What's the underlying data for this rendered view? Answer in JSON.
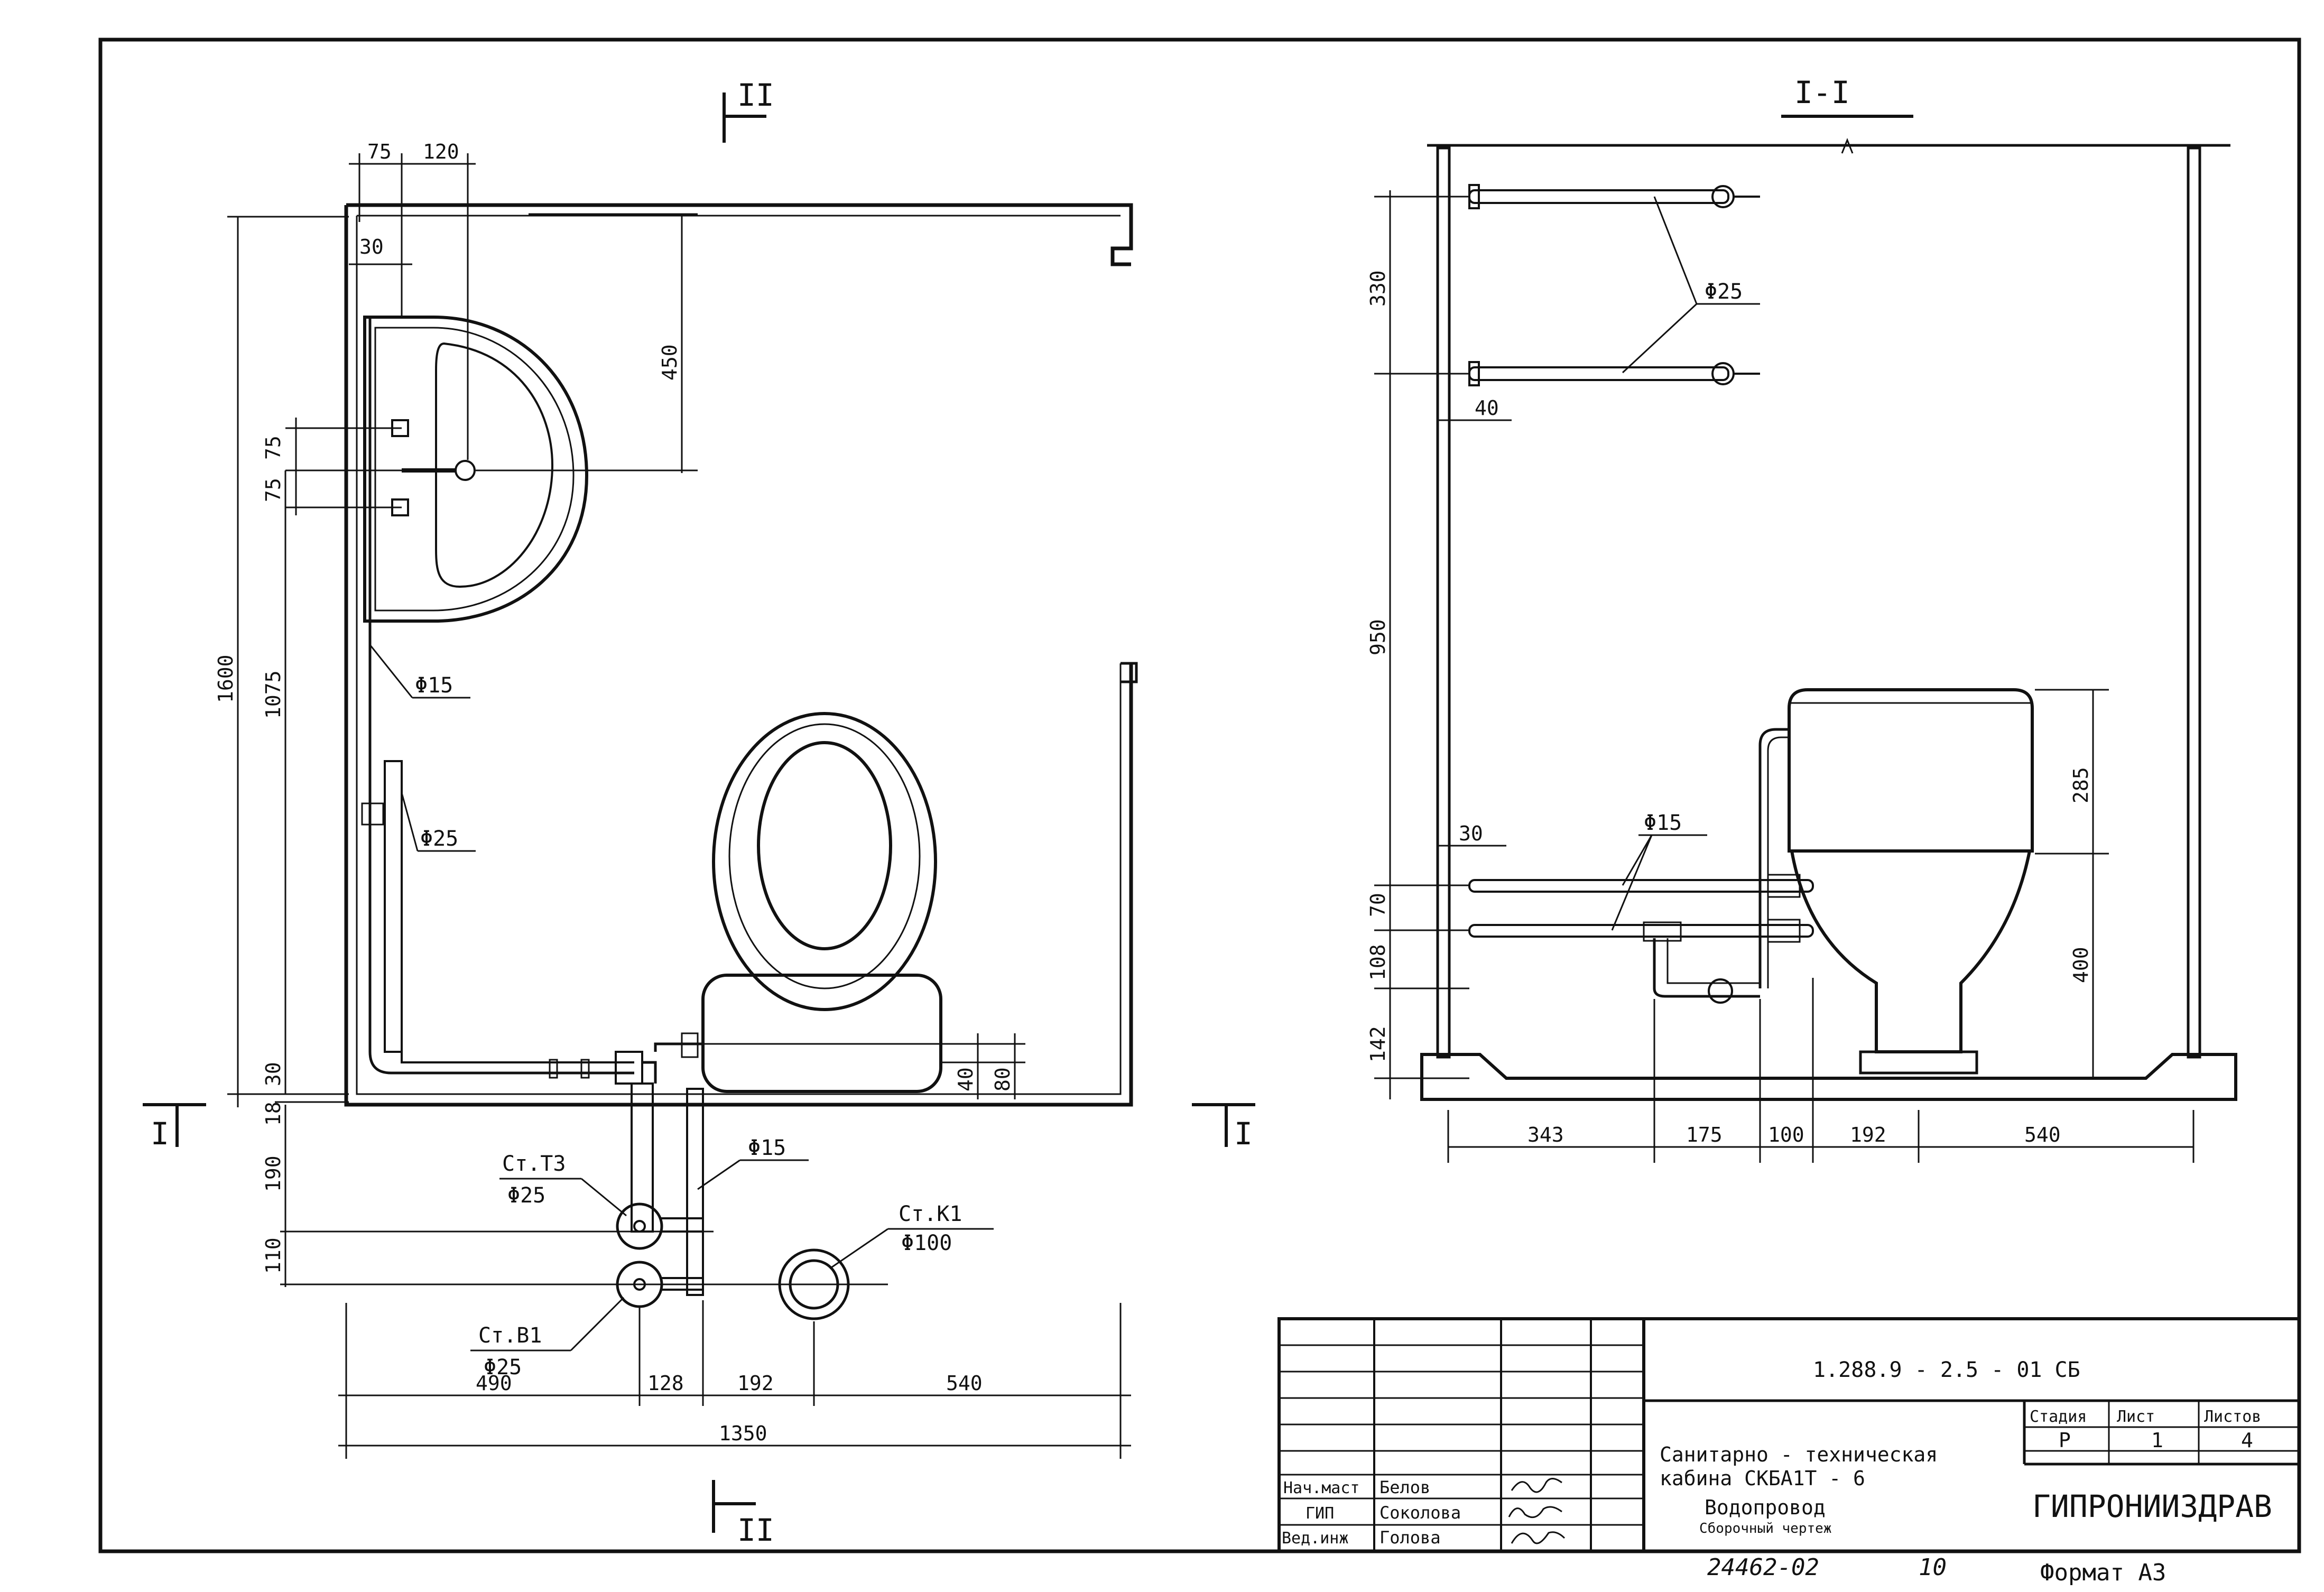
{
  "plan": {
    "section_mark_top": "II",
    "section_mark_bottom": "II",
    "section_mark_left": "I",
    "section_mark_right": "I",
    "dims": {
      "d75_top": "75",
      "d120": "120",
      "d30_top": "30",
      "d450": "450",
      "d75_a": "75",
      "d75_b": "75",
      "d1600": "1600",
      "d1075": "1075",
      "d30_bottom": "30",
      "d18": "18",
      "d190": "190",
      "d110": "110",
      "d40": "40",
      "d80": "80",
      "d490": "490",
      "d128": "128",
      "d192": "192",
      "d540": "540",
      "d1350": "1350"
    },
    "labels": {
      "phi15_basin": "Φ15",
      "phi25_riser": "Φ25",
      "st_t3": "Ст.Т3",
      "st_t3_diam": "Φ25",
      "phi15_toilet": "Φ15",
      "st_k1": "Ст.К1",
      "st_k1_diam": "Φ100",
      "st_b1": "Ст.В1",
      "st_b1_diam": "Φ25"
    }
  },
  "section": {
    "title": "I-I",
    "dims": {
      "d330": "330",
      "d40": "40",
      "d950": "950",
      "d30": "30",
      "d70": "70",
      "d108": "108",
      "d142": "142",
      "d285": "285",
      "d400": "400",
      "d343": "343",
      "d175": "175",
      "d100": "100",
      "d192": "192",
      "d540": "540"
    },
    "labels": {
      "phi25": "Φ25",
      "phi15": "Φ15"
    }
  },
  "title_block": {
    "code": "1.288.9 - 2.5 - 01 СБ",
    "title_line1": "Санитарно - техническая",
    "title_line2": "кабина СКБА1Т - 6",
    "title_line3": "Водопровод",
    "title_line4": "Сборочный чертеж",
    "col_stage": "Стадия",
    "col_sheet": "Лист",
    "col_sheets": "Листов",
    "stage": "Р",
    "sheet": "1",
    "sheets": "4",
    "org": "ГИПРОНИИЗДРАВ",
    "roles": [
      {
        "role": "Нач.маст",
        "name": "Белов"
      },
      {
        "role": "ГИП",
        "name": "Соколова"
      },
      {
        "role": "Вед.инж",
        "name": "Голова"
      }
    ],
    "archive_number": "24462-02",
    "page_number": "10",
    "format": "Формат А3"
  }
}
